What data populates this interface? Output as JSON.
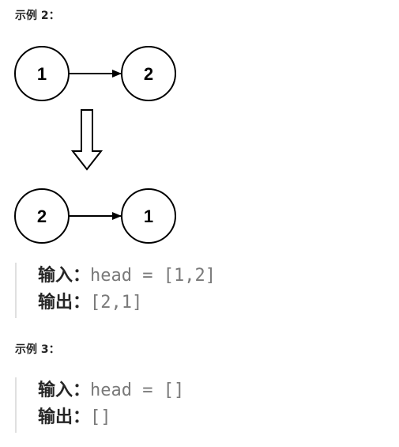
{
  "example2": {
    "heading": "示例 2：",
    "diagram": {
      "before": [
        "1",
        "2"
      ],
      "after": [
        "2",
        "1"
      ]
    },
    "input_label": "输入：",
    "input_value": "head = [1,2]",
    "output_label": "输出：",
    "output_value": "[2,1]"
  },
  "example3": {
    "heading": "示例 3：",
    "input_label": "输入：",
    "input_value": "head = []",
    "output_label": "输出：",
    "output_value": "[]"
  }
}
